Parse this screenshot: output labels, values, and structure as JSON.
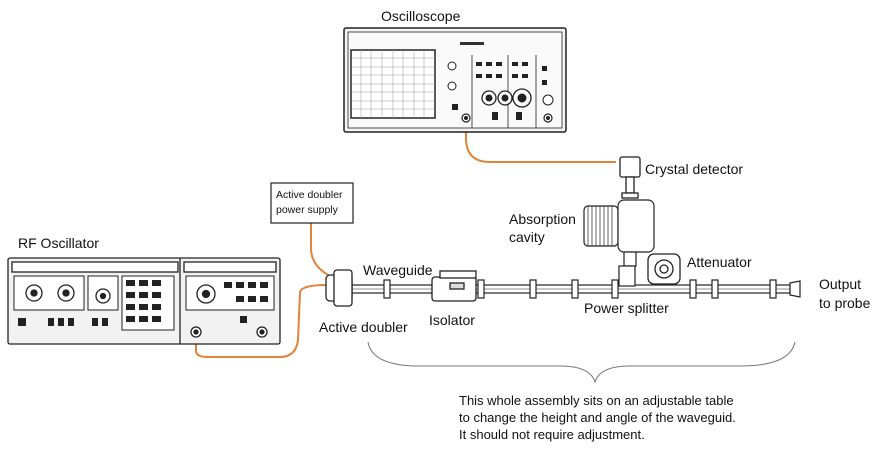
{
  "labels": {
    "oscilloscope": "Oscilloscope",
    "crystal_detector": "Crystal detector",
    "absorption_cavity_line1": "Absorption",
    "absorption_cavity_line2": "cavity",
    "attenuator": "Attenuator",
    "waveguide": "Waveguide",
    "isolator": "Isolator",
    "power_splitter": "Power splitter",
    "output_line1": "Output",
    "output_line2": "to probe",
    "rf_oscillator": "RF Oscillator",
    "active_doubler": "Active doubler",
    "power_supply_line1": "Active doubler",
    "power_supply_line2": "power supply"
  },
  "note_lines": [
    "This whole assembly sits on an adjustable table",
    "to change the height and angle of the waveguid.",
    "It should not require adjustment."
  ],
  "colors": {
    "cable": "#e4823a",
    "outline": "#222222",
    "panel": "#f2f2f2"
  }
}
